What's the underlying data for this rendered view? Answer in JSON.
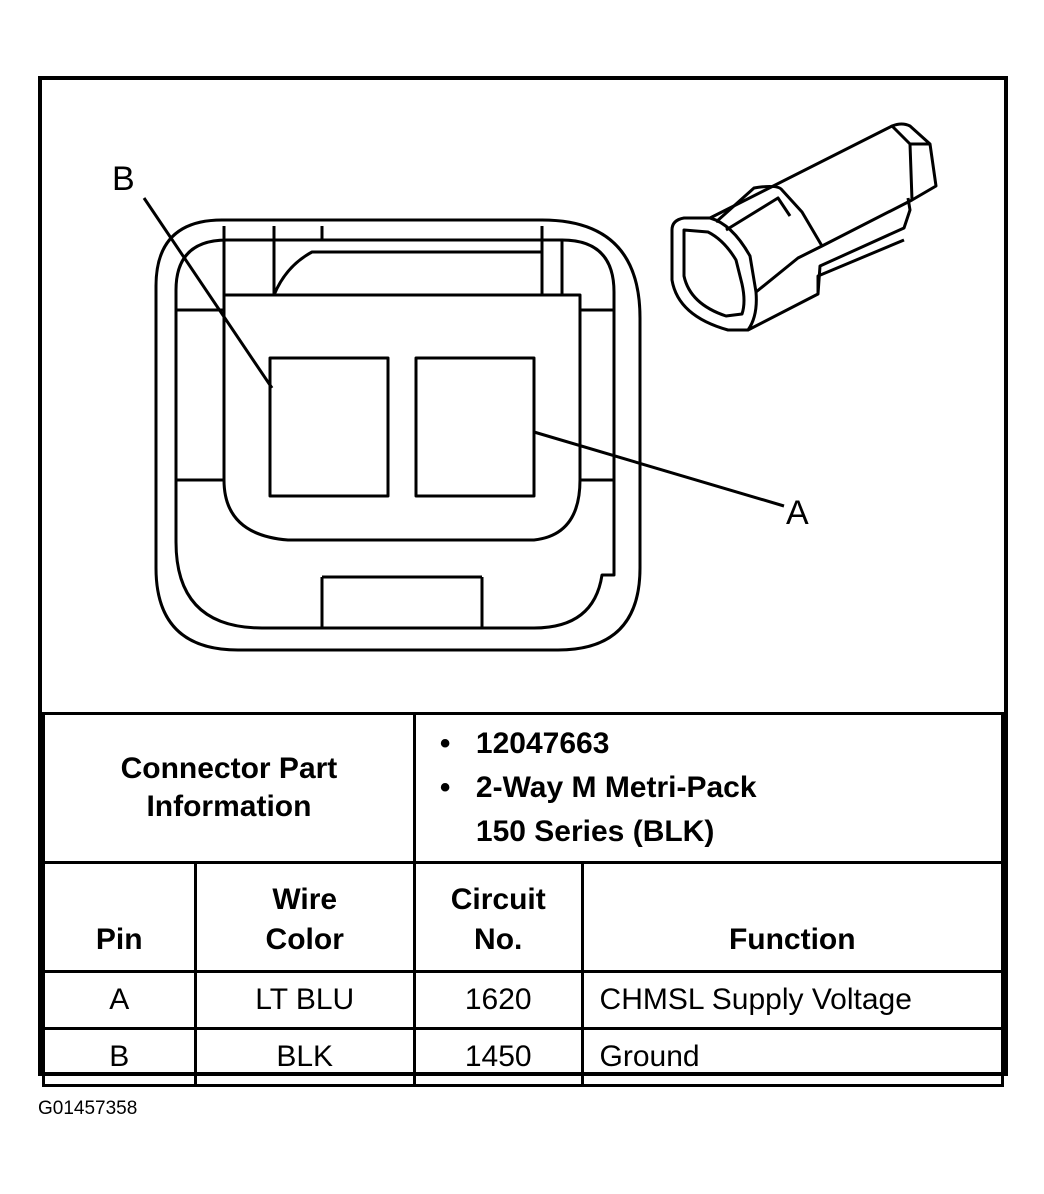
{
  "diagram": {
    "callouts": {
      "b": "B",
      "a": "A"
    }
  },
  "connector_info": {
    "label": "Connector Part Information",
    "items": [
      {
        "text": "12047663"
      },
      {
        "line1": "2-Way M Metri-Pack",
        "line2": "150 Series (BLK)"
      }
    ]
  },
  "pin_table": {
    "headers": {
      "pin": "Pin",
      "wire_color_1": "Wire",
      "wire_color_2": "Color",
      "circuit_1": "Circuit",
      "circuit_2": "No.",
      "function": "Function"
    },
    "rows": [
      {
        "pin": "A",
        "wire_color": "LT BLU",
        "circuit": "1620",
        "function": "CHMSL Supply Voltage"
      },
      {
        "pin": "B",
        "wire_color": "BLK",
        "circuit": "1450",
        "function": "Ground"
      }
    ]
  },
  "figure_id": "G01457358"
}
